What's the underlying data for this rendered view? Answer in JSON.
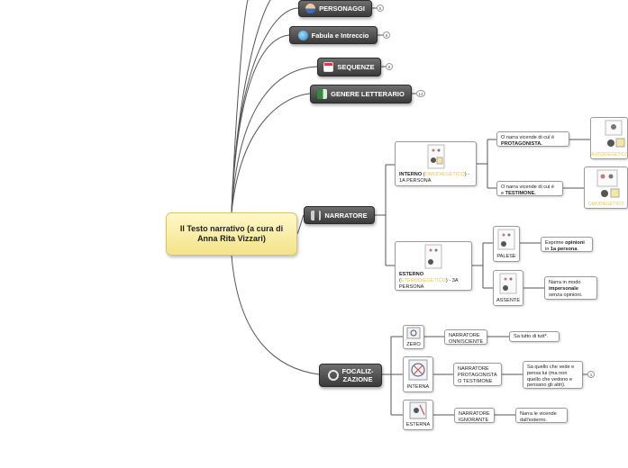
{
  "central": {
    "title": "Il Testo narrativo (a cura di Anna Rita Vizzari)"
  },
  "branches": {
    "personaggi": {
      "label": "PERSONAGGI",
      "count": "5",
      "icon": "person-icon"
    },
    "fabula": {
      "label": "Fabula e Intreccio",
      "count": "6",
      "icon": "globe-icon"
    },
    "sequenze": {
      "label": "SEQUENZE",
      "count": "8",
      "icon": "calendar-icon"
    },
    "genere": {
      "label": "GENERE LETTERARIO",
      "count": "14",
      "icon": "book-icon"
    },
    "narratore": {
      "label": "NARRATORE",
      "icon": "speaker-icon"
    },
    "focalizzazione": {
      "label_line1": "FOCALIZ-",
      "label_line2": "ZAZIONE",
      "icon": "magnifier-icon"
    }
  },
  "narratore": {
    "interno": {
      "name": "INTERNO",
      "paren_open": " (",
      "tag": "OMODIEGETICO",
      "paren_close": ")",
      "rest": " - 1A PERSONA",
      "protagonista": {
        "text": "O narra vicende di cui è",
        "bold": "PROTAGONISTA.",
        "image_label": "AUTODIEGETICO"
      },
      "testimone": {
        "text": "O narra vicende di cui è",
        "bold": "TESTIMONE.",
        "image_label": "OMODIEGETICO"
      }
    },
    "esterno": {
      "name": "ESTERNO",
      "paren_open": "(",
      "tag": "ETERODIEGETICO",
      "rest": ") - 3A PERSONA",
      "palese": {
        "label": "PALESE",
        "text_pre": "Esprime",
        "text_bold1": "opinioni",
        "text_mid": "in",
        "text_bold2": "1a persona",
        "text_end": "."
      },
      "assente": {
        "label": "ASSENTE",
        "text_pre": "Narra in modo",
        "text_bold": "impersonale",
        "text_post": "senza opinioni."
      }
    }
  },
  "focalizzazione": {
    "zero": {
      "label": "ZERO",
      "narratore": "NARRATORE ONNISCIENTE",
      "desc": "Sa tutto di tutt*."
    },
    "interna": {
      "label": "INTERNA",
      "narratore": "NARRATORE PROTAGONISTA O TESTIMONE",
      "desc": "Sa quello che vede e pensa lui (ma non quello che vedono e pensano gli altri).",
      "count": "1"
    },
    "esterna": {
      "label": "ESTERNA",
      "narratore": "NARRATORE IGNORANTE",
      "desc": "Narra le vicende dall'esterno."
    }
  },
  "colors": {
    "tag": "#e8c84a",
    "node_dark": "#3a3a3a",
    "central_fill": "#f3e38a",
    "link": "#555555"
  }
}
